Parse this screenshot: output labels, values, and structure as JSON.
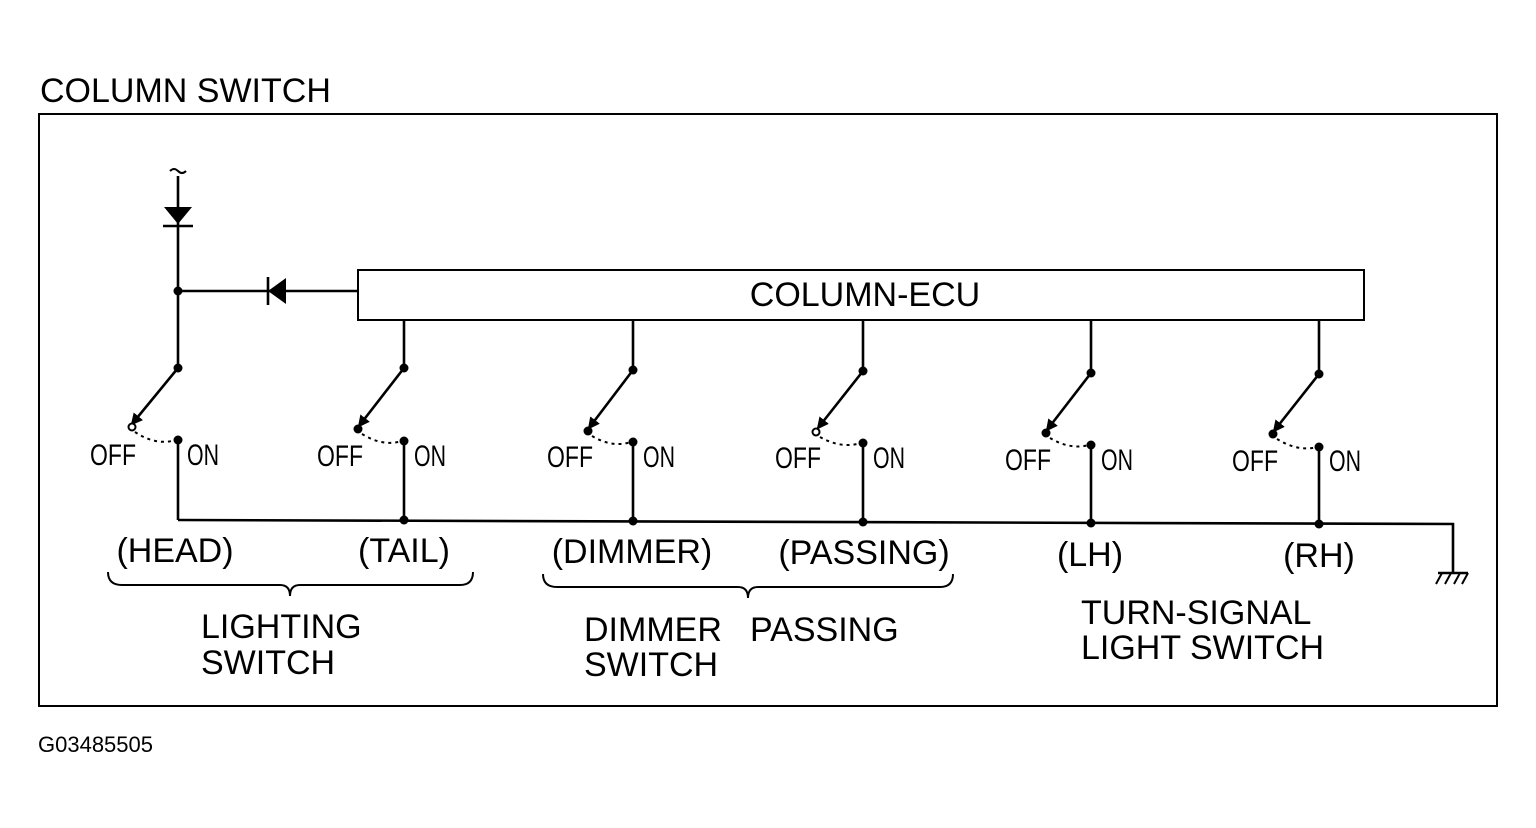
{
  "title": "COLUMN SWITCH",
  "ecu_label": "COLUMN-ECU",
  "figure_code": "G03485505",
  "switch_state_labels": {
    "off": "OFF",
    "on": "ON"
  },
  "switches": [
    {
      "id": "head",
      "label": "(HEAD)"
    },
    {
      "id": "tail",
      "label": "(TAIL)"
    },
    {
      "id": "dimmer",
      "label": "(DIMMER)"
    },
    {
      "id": "passing",
      "label": "(PASSING)"
    },
    {
      "id": "lh",
      "label": "(LH)"
    },
    {
      "id": "rh",
      "label": "(RH)"
    }
  ],
  "groups": {
    "lighting": {
      "line1": "LIGHTING",
      "line2": "SWITCH"
    },
    "dimmer_passing": {
      "line1": "DIMMER",
      "line1b": "PASSING",
      "line2": "SWITCH"
    },
    "turn_signal": {
      "line1": "TURN-SIGNAL",
      "line2": "LIGHT SWITCH"
    }
  }
}
